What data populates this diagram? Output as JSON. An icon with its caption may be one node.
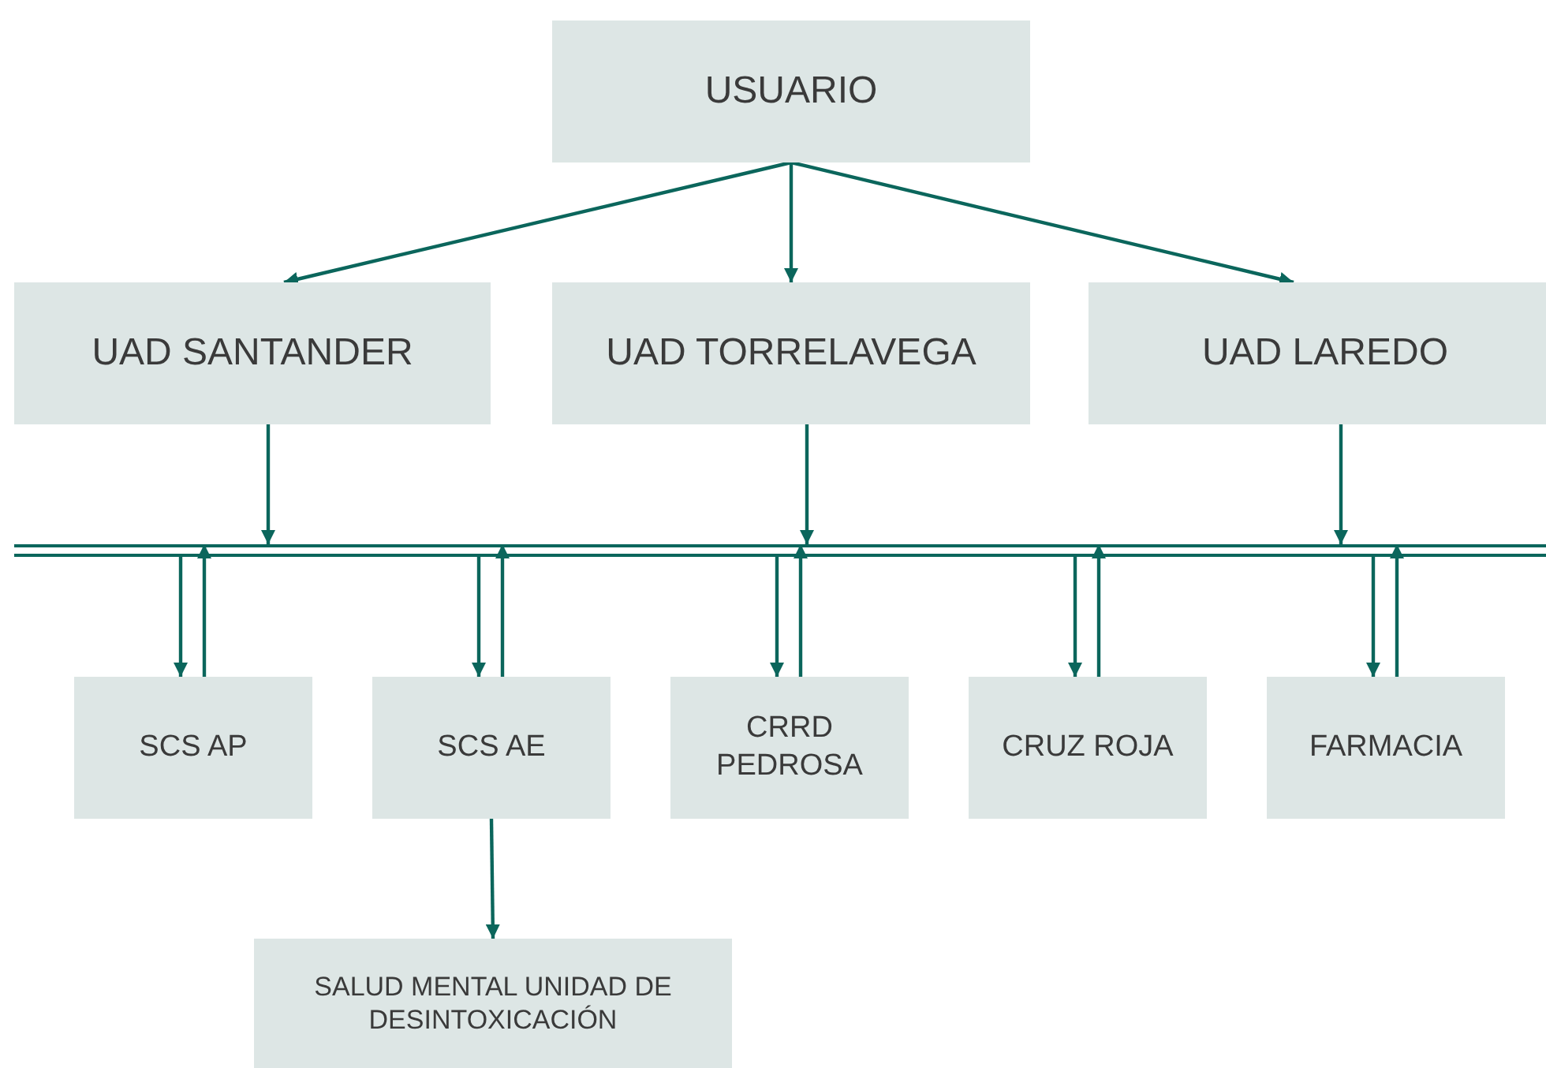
{
  "diagram": {
    "nodes": [
      {
        "text": [
          "USUARIO"
        ]
      },
      {
        "text": [
          "UAD SANTANDER"
        ]
      },
      {
        "text": [
          "UAD TORRELAVEGA"
        ]
      },
      {
        "text": [
          "UAD LAREDO"
        ]
      },
      {
        "text": [],
        "shape": "bar"
      },
      {
        "text": [
          "SCS AP"
        ]
      },
      {
        "text": [
          "SCS AE"
        ]
      },
      {
        "text": [
          "CRRD PEDROSA"
        ]
      },
      {
        "text": [
          "CRUZ ROJA"
        ]
      },
      {
        "text": [
          "FARMACIA"
        ]
      },
      {
        "text": [
          "SALUD MENTAL UNIDAD DE DESINTOXICACIÓN"
        ]
      }
    ],
    "edges": [
      {
        "from": 0,
        "to": 1,
        "arrow": "to"
      },
      {
        "from": 0,
        "to": 2,
        "arrow": "to"
      },
      {
        "from": 0,
        "to": 3,
        "arrow": "to"
      },
      {
        "from": 1,
        "to": 4,
        "arrow": "to"
      },
      {
        "from": 2,
        "to": 4,
        "arrow": "to"
      },
      {
        "from": 3,
        "to": 4,
        "arrow": "to"
      },
      {
        "from": 4,
        "to": 5,
        "arrow": "to"
      },
      {
        "from": 5,
        "to": 4,
        "arrow": "to"
      },
      {
        "from": 4,
        "to": 6,
        "arrow": "to"
      },
      {
        "from": 6,
        "to": 4,
        "arrow": "to"
      },
      {
        "from": 4,
        "to": 7,
        "arrow": "to"
      },
      {
        "from": 7,
        "to": 4,
        "arrow": "to"
      },
      {
        "from": 4,
        "to": 8,
        "arrow": "to"
      },
      {
        "from": 8,
        "to": 4,
        "arrow": "to"
      },
      {
        "from": 4,
        "to": 9,
        "arrow": "to"
      },
      {
        "from": 9,
        "to": 4,
        "arrow": "to"
      },
      {
        "from": 6,
        "to": 10,
        "arrow": "to"
      }
    ]
  }
}
